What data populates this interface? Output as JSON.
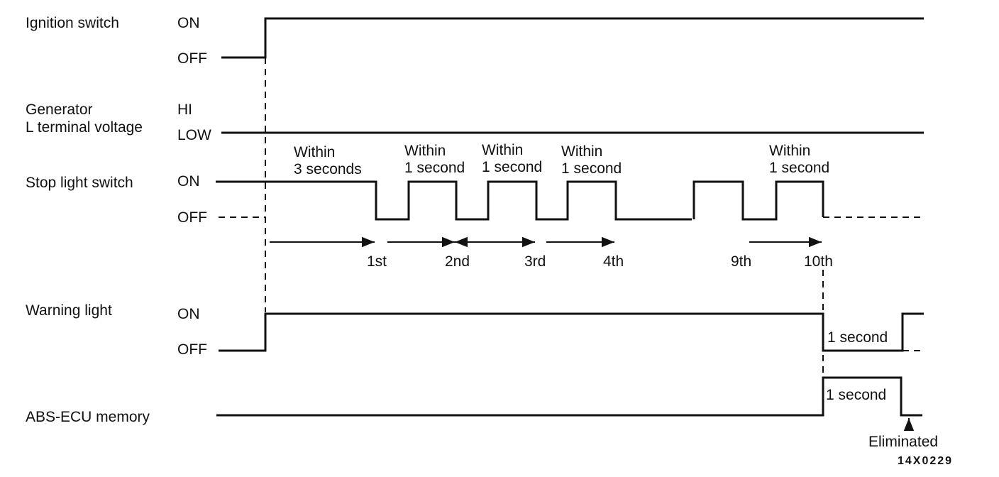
{
  "rows": {
    "ignition": {
      "label": "Ignition switch",
      "high": "ON",
      "low": "OFF"
    },
    "generator": {
      "label_line1": "Generator",
      "label_line2": "L terminal voltage",
      "high": "HI",
      "low": "LOW"
    },
    "stop_light": {
      "label": "Stop light switch",
      "high": "ON",
      "low": "OFF"
    },
    "warning": {
      "label": "Warning light",
      "high": "ON",
      "low": "OFF"
    },
    "memory": {
      "label": "ABS-ECU memory"
    }
  },
  "timing_notes": [
    {
      "line1": "Within",
      "line2": "3 seconds"
    },
    {
      "line1": "Within",
      "line2": "1 second"
    },
    {
      "line1": "Within",
      "line2": "1 second"
    },
    {
      "line1": "Within",
      "line2": "1 second"
    },
    {
      "line1": "Within",
      "line2": "1 second"
    }
  ],
  "count_labels": [
    "1st",
    "2nd",
    "3rd",
    "4th",
    "9th",
    "10th"
  ],
  "duration_labels": {
    "warning": "1 second",
    "memory": "1 second"
  },
  "eliminated_label": "Eliminated",
  "figure_code": "14X0229"
}
